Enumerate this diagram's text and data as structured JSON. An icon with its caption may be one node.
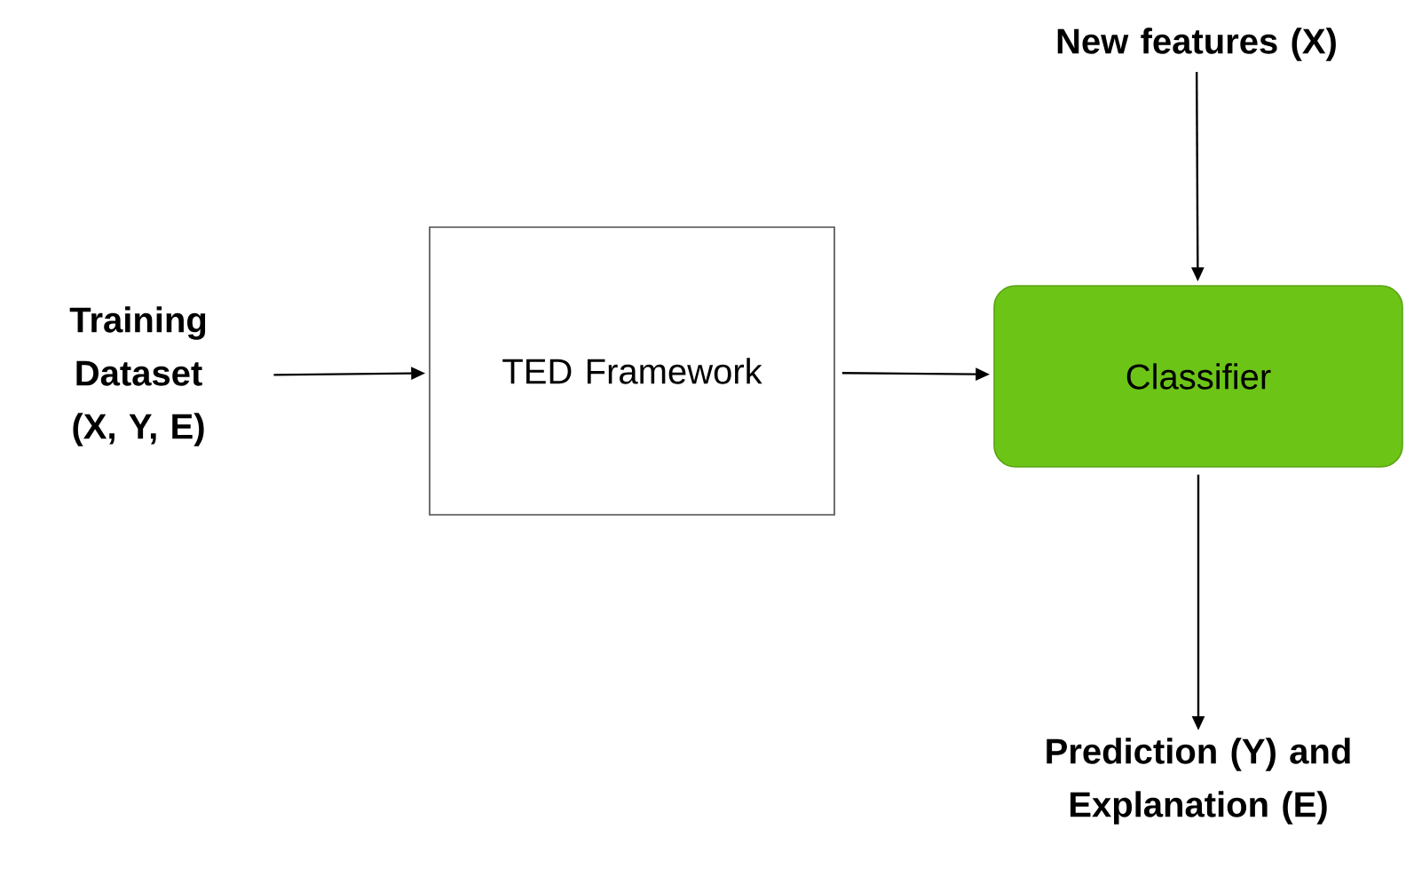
{
  "diagram": {
    "nodes": [
      {
        "text": [
          "Training Dataset (X, Y, E)"
        ]
      },
      {
        "text": [
          "TED Framework"
        ]
      },
      {
        "text": [
          "Classifier"
        ]
      },
      {
        "text": [
          "New features (X)"
        ]
      },
      {
        "text": [
          "Prediction (Y) and Explanation (E)"
        ]
      }
    ],
    "edges": [
      {
        "from": 0,
        "to": 1,
        "arrow": "to"
      },
      {
        "from": 1,
        "to": 2,
        "arrow": "to"
      },
      {
        "from": 3,
        "to": 2,
        "arrow": "to"
      },
      {
        "from": 2,
        "to": 4,
        "arrow": "to"
      }
    ]
  }
}
